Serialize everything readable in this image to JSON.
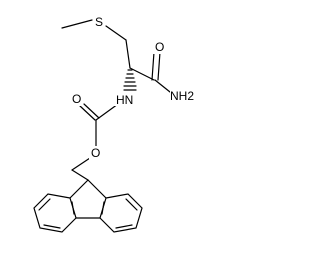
{
  "molecule": {
    "labels": {
      "sulfur": "S",
      "amide_n": "NH2",
      "amide_o": "O",
      "carbamate_n": "HN",
      "carbamate_o": "O",
      "ester_o": "O"
    }
  }
}
